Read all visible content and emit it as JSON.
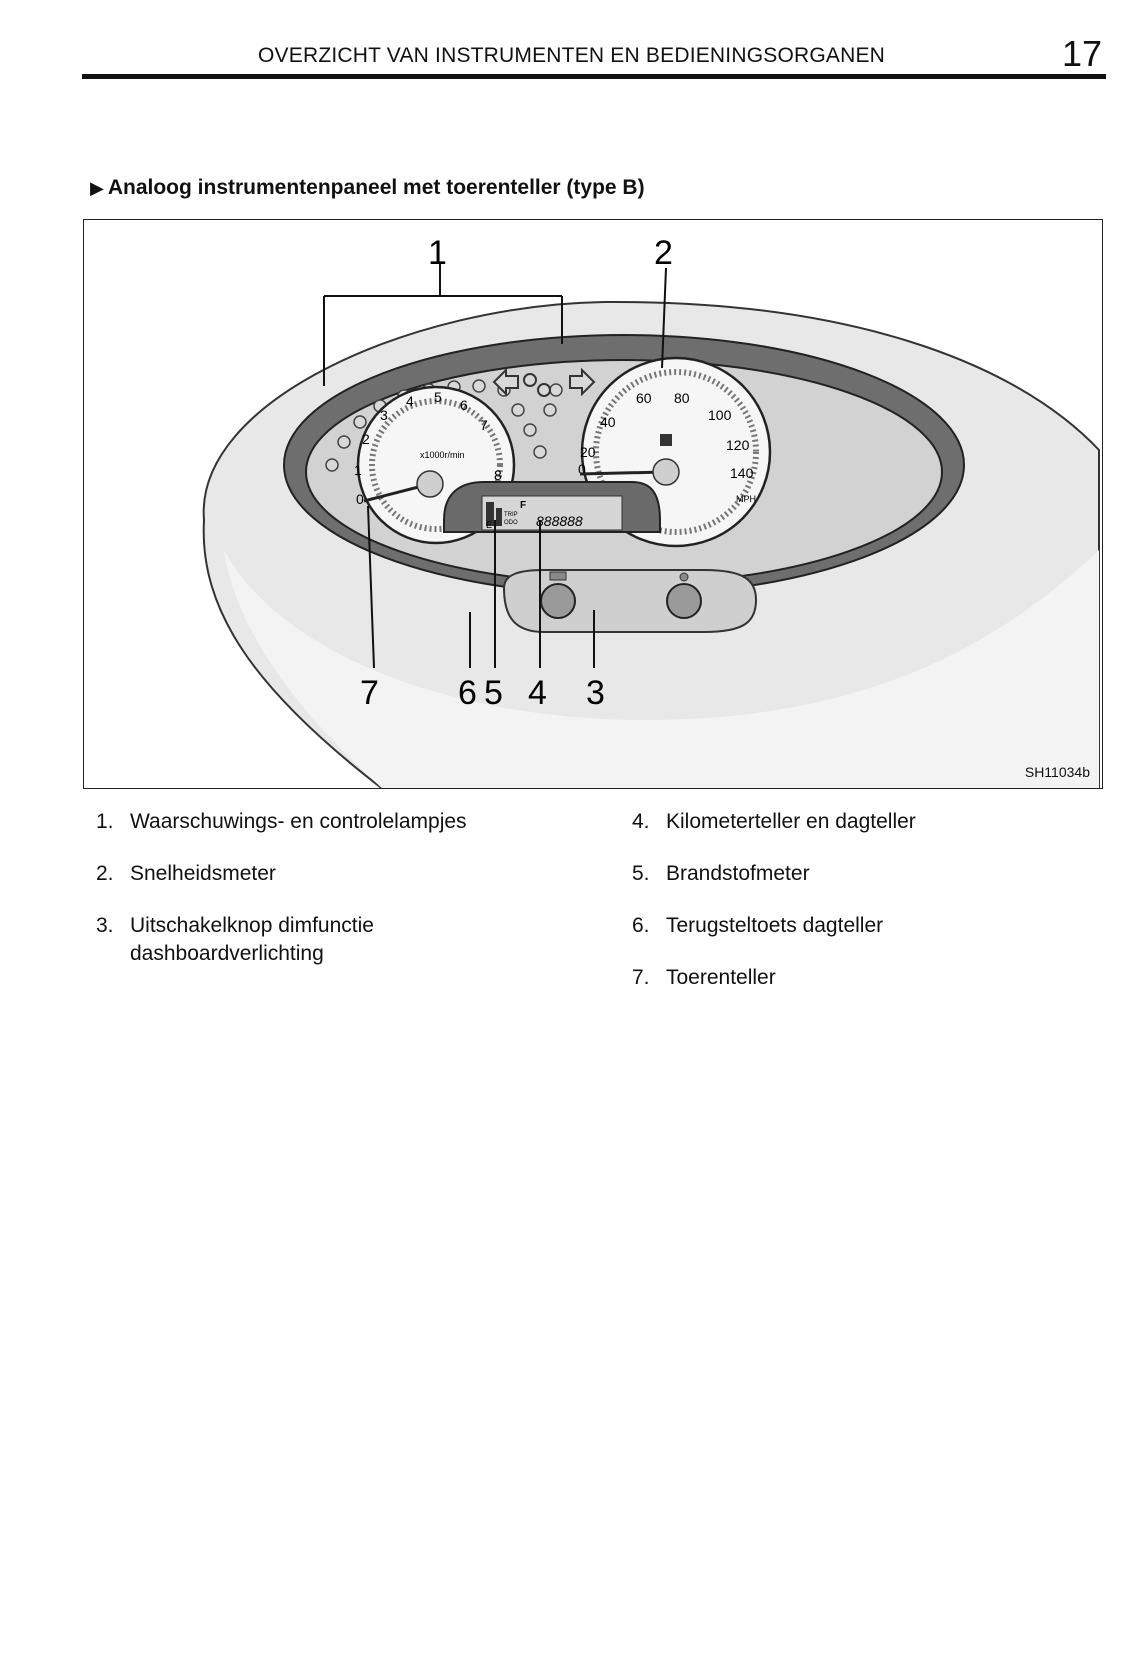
{
  "header": {
    "title": "OVERZICHT VAN INSTRUMENTEN EN BEDIENINGSORGANEN",
    "page_number": "17"
  },
  "section": {
    "heading": "Analoog instrumentenpaneel met toerenteller (type B)",
    "bullet_icon": "triangle-right-icon"
  },
  "figure": {
    "code": "SH11034b",
    "callouts": [
      "1",
      "2",
      "3",
      "4",
      "5",
      "6",
      "7"
    ],
    "tachometer": {
      "scale": [
        "0",
        "1",
        "2",
        "3",
        "4",
        "5",
        "6",
        "7",
        "8"
      ],
      "unit": "x1000r/min"
    },
    "speedometer": {
      "scale_outer": [
        "0",
        "20",
        "40",
        "60",
        "80",
        "100",
        "120",
        "140"
      ],
      "unit": "MPH"
    },
    "display": {
      "fuel_full": "F",
      "fuel_empty": "E",
      "trip_label": "TRIP",
      "odo_label": "ODO",
      "odometer": "888888"
    }
  },
  "legend": {
    "left": [
      {
        "num": "1.",
        "text": "Waarschuwings- en controlelampjes"
      },
      {
        "num": "2.",
        "text": "Snelheidsmeter"
      },
      {
        "num": "3.",
        "text": "Uitschakelknop dimfunctie dashboardverlichting"
      }
    ],
    "right": [
      {
        "num": "4.",
        "text": "Kilometerteller en dagteller"
      },
      {
        "num": "5.",
        "text": "Brandstofmeter"
      },
      {
        "num": "6.",
        "text": "Terugsteltoets dagteller"
      },
      {
        "num": "7.",
        "text": "Toerenteller"
      }
    ]
  }
}
